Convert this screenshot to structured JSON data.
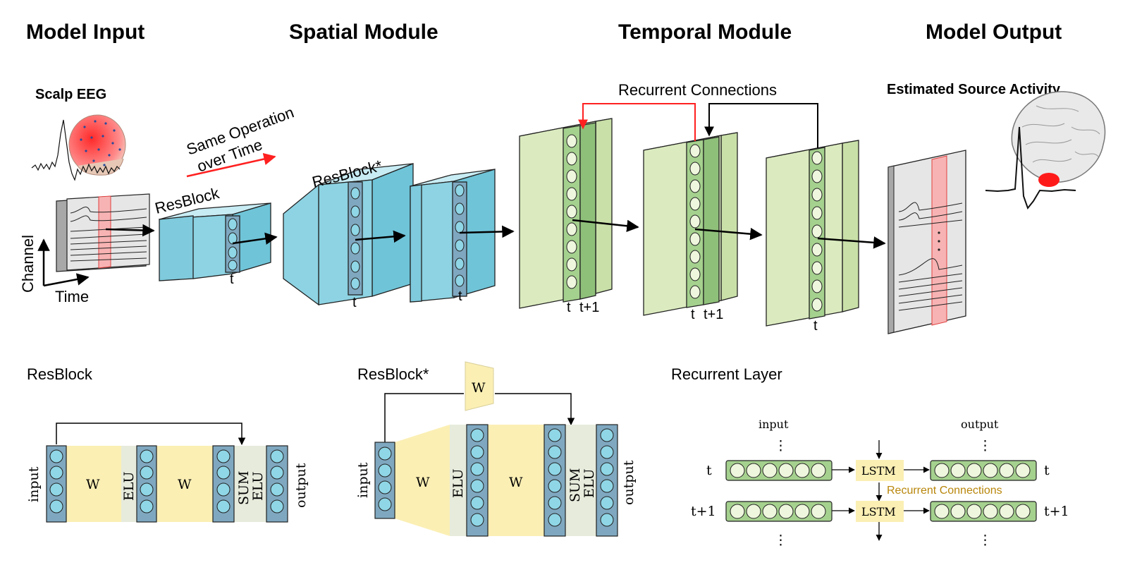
{
  "headers": {
    "model_input": "Model Input",
    "spatial_module": "Spatial Module",
    "temporal_module": "Temporal Module",
    "model_output": "Model Output"
  },
  "top": {
    "scalp_eeg": "Scalp EEG",
    "same_operation": "Same Operation",
    "over_time": "over Time",
    "resblock": "ResBlock",
    "resblock_star": "ResBlock*",
    "recurrent_connections": "Recurrent Connections",
    "estimated_source_activity": "Estimated Source Activity",
    "channel": "Channel",
    "time": "Time",
    "t": "t",
    "t_plus_1": "t+1"
  },
  "bottom": {
    "resblock_title": "ResBlock",
    "resblock_star_title": "ResBlock*",
    "recurrent_layer_title": "Recurrent Layer",
    "input": "input",
    "output": "output",
    "w": "W",
    "elu": "ELU",
    "sum": "SUM",
    "lstm": "LSTM",
    "recurrent_connections": "Recurrent Connections",
    "t": "t",
    "t_plus_1": "t+1",
    "dots": "⋮"
  },
  "colors": {
    "blue_block": "#8dd3e3",
    "green_block": "#dbebbf",
    "green_strip": "#a5d18e",
    "yellow": "#fbefb4",
    "neuron": "#8fd6e6",
    "gray_panel": "#e9e9e9",
    "red_highlight": "#f4a7a7",
    "red_arrow": "#ff2020"
  }
}
